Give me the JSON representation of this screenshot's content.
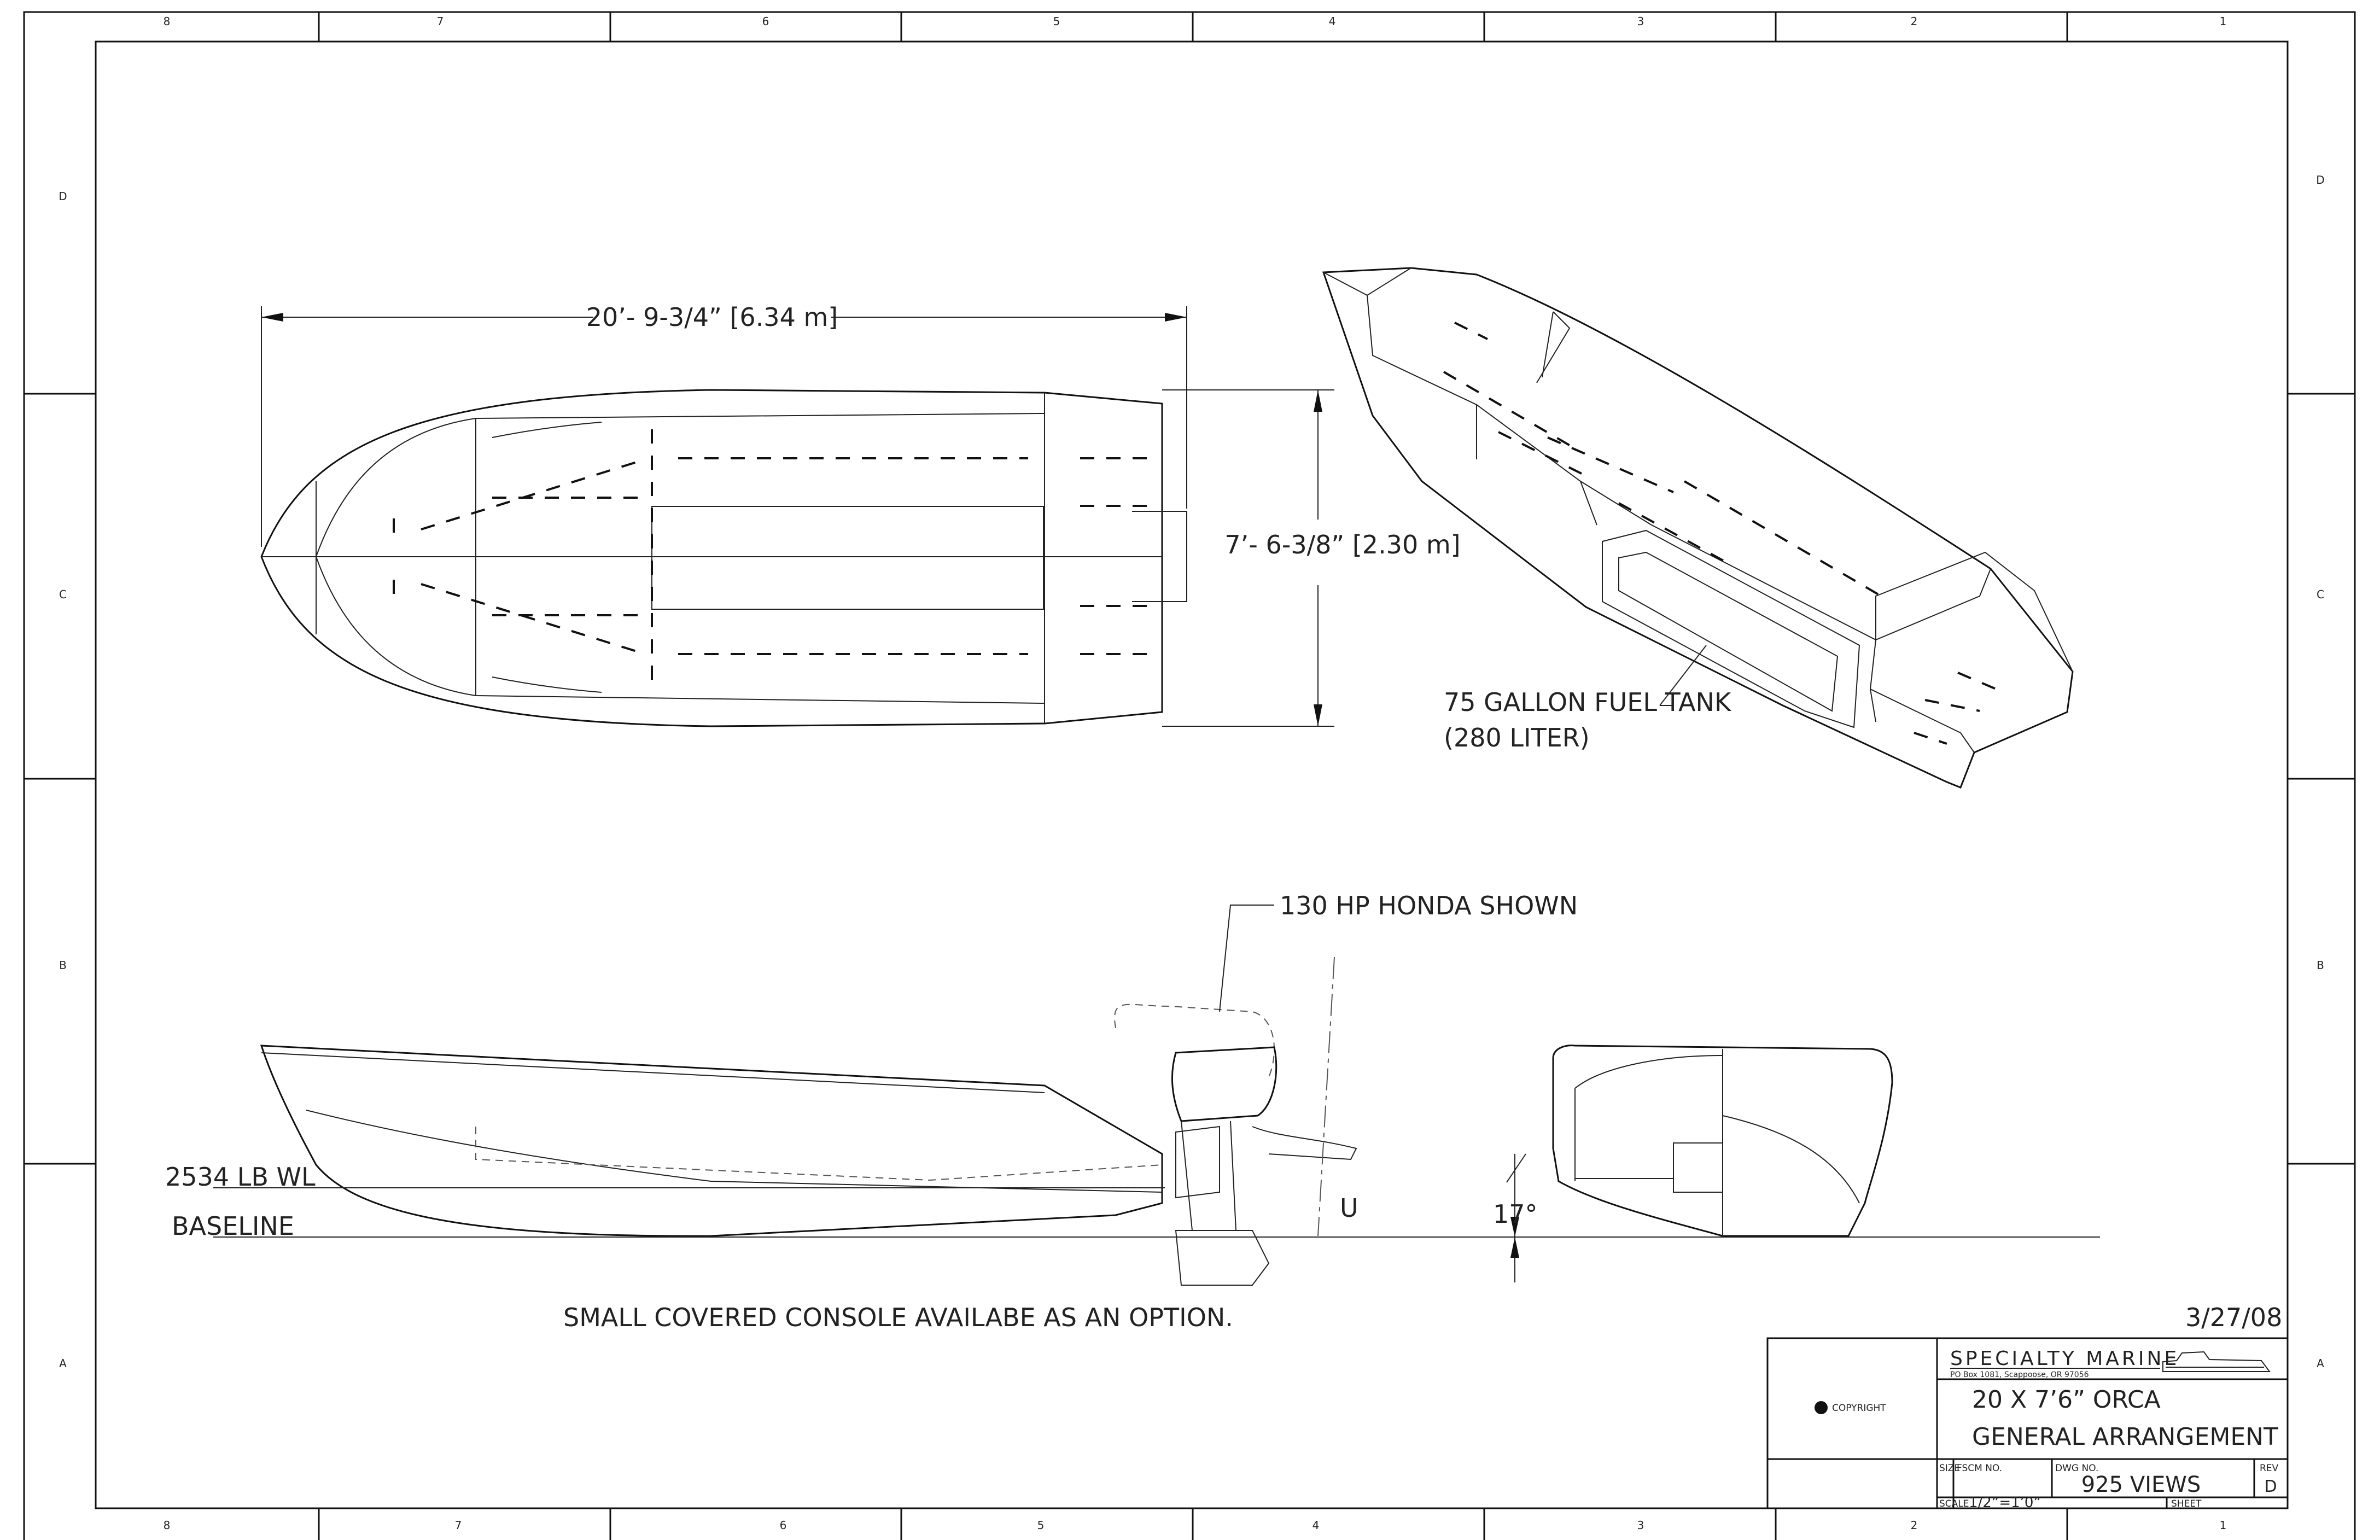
{
  "zones": {
    "top": [
      "8",
      "7",
      "6",
      "5",
      "4",
      "3",
      "2",
      "1"
    ],
    "bottom": [
      "8",
      "7",
      "6",
      "5",
      "4",
      "3",
      "2",
      "1"
    ],
    "left": [
      "D",
      "C",
      "B",
      "A"
    ],
    "right": [
      "D",
      "C",
      "B",
      "A"
    ]
  },
  "dimensions": {
    "length": "20’- 9-3/4” [6.34 m]",
    "beam": "7’- 6-3/8” [2.30 m]"
  },
  "callouts": {
    "fuel_tank_line1": "75 GALLON FUEL TANK",
    "fuel_tank_line2": "(280 LITER)",
    "motor": "130 HP HONDA SHOWN",
    "waterline": "2534 LB WL",
    "baseline": "BASELINE",
    "deadrise": "17°",
    "motor_mark": "U",
    "console_note": "SMALL COVERED CONSOLE AVAILABE AS AN OPTION.",
    "date": "3/27/08"
  },
  "title_block": {
    "copyright": "COPYRIGHT",
    "company": "SPECIALTY MARINE",
    "address": "PO Box 1081, Scappoose, OR 97056",
    "title_line1": "20 X 7’6” ORCA",
    "title_line2": "GENERAL ARRANGEMENT",
    "size_label": "SIZE",
    "fscm_label": "FSCM NO.",
    "dwg_label": "DWG NO.",
    "dwg_no": "925 VIEWS",
    "rev_label": "REV",
    "rev": "D",
    "scale_label": "SCALE",
    "scale": "1/2”=1’0”",
    "sheet_label": "SHEET"
  }
}
